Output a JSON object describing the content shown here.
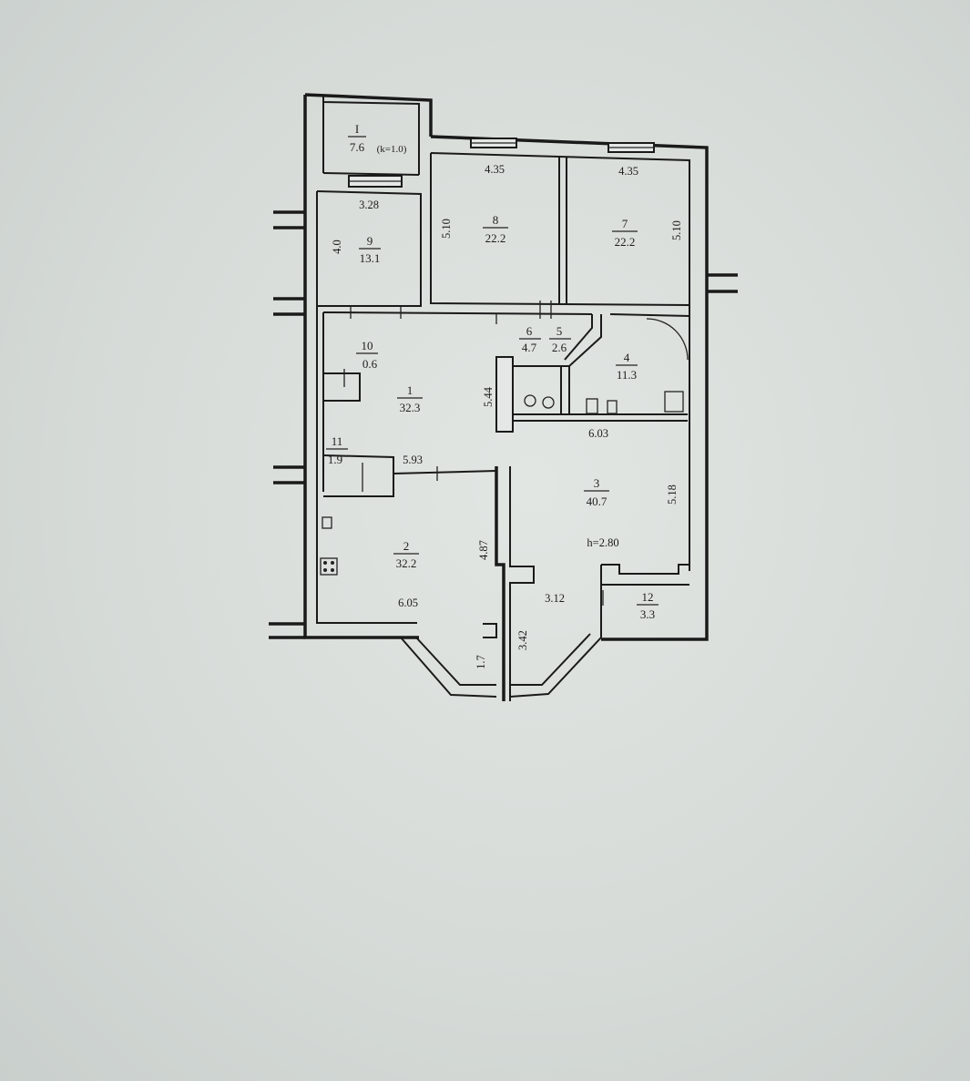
{
  "plan": {
    "rooms": [
      {
        "id": "balcony",
        "num": "I",
        "area": "7.6",
        "note": "(k=1.0)"
      },
      {
        "id": "r1",
        "num": "1",
        "area": "32.3"
      },
      {
        "id": "r2",
        "num": "2",
        "area": "32.2"
      },
      {
        "id": "r3",
        "num": "3",
        "area": "40.7"
      },
      {
        "id": "r4",
        "num": "4",
        "area": "11.3"
      },
      {
        "id": "r5",
        "num": "5",
        "area": "2.6"
      },
      {
        "id": "r6",
        "num": "6",
        "area": "4.7"
      },
      {
        "id": "r7",
        "num": "7",
        "area": "22.2"
      },
      {
        "id": "r8",
        "num": "8",
        "area": "22.2"
      },
      {
        "id": "r9",
        "num": "9",
        "area": "13.1"
      },
      {
        "id": "r10",
        "num": "10",
        "area": "0.6"
      },
      {
        "id": "r11",
        "num": "11",
        "area": "1.9"
      },
      {
        "id": "r12",
        "num": "12",
        "area": "3.3"
      }
    ],
    "dimensions": {
      "d_328": "3.28",
      "d_435a": "4.35",
      "d_435b": "4.35",
      "d_510a": "5.10",
      "d_510b": "5.10",
      "d_40": "4.0",
      "d_544": "5.44",
      "d_603": "6.03",
      "d_593": "5.93",
      "d_518": "5.18",
      "d_487": "4.87",
      "d_605": "6.05",
      "d_312": "3.12",
      "d_342": "3.42",
      "d_17": "1.7"
    },
    "ceiling_height": "h=2.80"
  }
}
